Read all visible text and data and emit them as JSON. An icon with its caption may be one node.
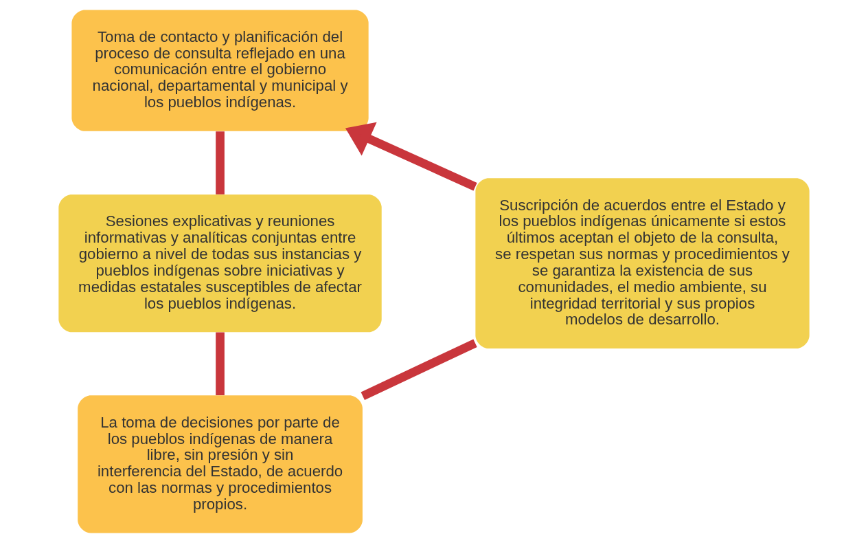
{
  "diagram": {
    "nodes": [
      {
        "text": [
          "Toma de contacto y planificación del proceso de consulta reflejado en una comunicación entre el gobierno nacional, departamental y municipal y los pueblos indígenas."
        ]
      },
      {
        "text": [
          "Suscripción de acuerdos entre el Estado y los pueblos indígenas únicamente si estos últimos aceptan el objeto de la consulta, se respetan sus normas y procedimientos y se garantiza la existencia de sus comunidades, el medio ambiente, su integridad territorial y sus propios modelos de desarrollo."
        ]
      },
      {
        "text": [
          "Sesiones explicativas y reuniones informativas y analíticas conjuntas entre gobierno a nivel de todas sus instancias y pueblos indígenas sobre iniciativas y medidas estatales susceptibles de afectar los pueblos indígenas."
        ]
      },
      {
        "text": [
          "La toma de decisiones por parte de los pueblos indígenas de manera libre, sin presión y sin interferencia del Estado, de acuerdo con las normas y procedimientos propios."
        ]
      }
    ],
    "edges": [
      {
        "from": 0,
        "to": 2,
        "arrow": "none"
      },
      {
        "from": 2,
        "to": 3,
        "arrow": "none"
      },
      {
        "from": 3,
        "to": 1,
        "arrow": "none"
      },
      {
        "from": 1,
        "to": 0,
        "arrow": "to"
      }
    ]
  }
}
